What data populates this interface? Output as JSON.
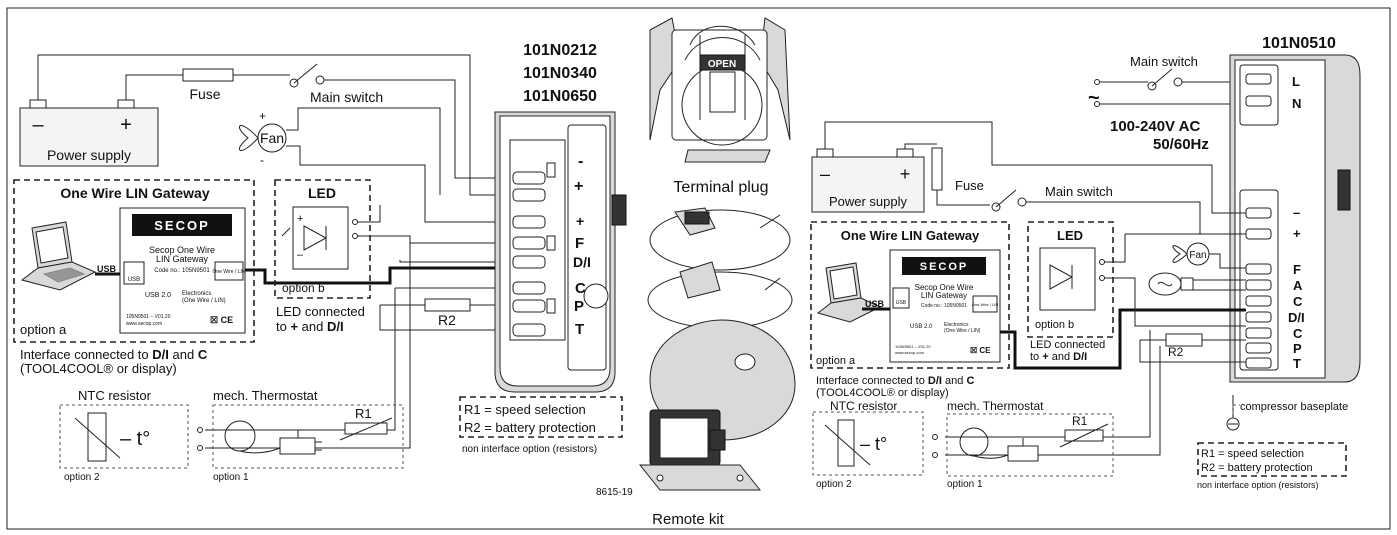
{
  "left": {
    "models": [
      "101N0212",
      "101N0340",
      "101N0650"
    ],
    "fuse": "Fuse",
    "main_switch": "Main switch",
    "power_supply": "Power supply",
    "minus": "–",
    "plus": "+",
    "fan": "Fan",
    "led": "LED",
    "option_b": "option b",
    "led_connected_1": "LED connected",
    "led_connected_2_pre": "to ",
    "led_connected_2_bold1": "+",
    "led_connected_2_mid": " and ",
    "led_connected_2_bold2": "D/I",
    "gateway_title": "One Wire LIN Gateway",
    "secop": "SECOP",
    "gateway_name_1": "Secop One Wire",
    "gateway_name_2": "LIN Gateway",
    "code_no": "Code no.: 105N9501",
    "one_wire_lin": "One Wire / LIN",
    "usb": "USB",
    "usb20": "USB 2.0",
    "electronics_1": "Electronics",
    "electronics_2": "(One Wire / LIN)",
    "version": "105N9501 – V01.20",
    "website": "www.secop.com",
    "option_a": "option a",
    "interface_1_pre": "Interface connected to ",
    "interface_1_b1": "D/I",
    "interface_1_mid": " and ",
    "interface_1_b2": "C",
    "interface_2": "(TOOL4COOL® or display)",
    "r2": "R2",
    "r1": "R1",
    "ntc": "NTC resistor",
    "temp": "– t°",
    "option_2": "option 2",
    "thermostat": "mech. Thermostat",
    "option_1": "option 1",
    "terminals": [
      "-",
      "+",
      "+",
      "F",
      "D/I",
      "C",
      "P",
      "T"
    ],
    "legend_r1": "R1 = speed selection",
    "legend_r2": "R2 = battery protection",
    "legend_note": "non interface option (resistors)"
  },
  "center": {
    "terminal_plug": "Terminal plug",
    "open": "OPEN",
    "remote_kit": "Remote kit",
    "fig_id": "8615-19"
  },
  "right": {
    "model": "101N0510",
    "main_switch": "Main switch",
    "ac_tilde": "~",
    "ac_line1": "100-240V AC",
    "ac_line2": "50/60Hz",
    "ac_terminals": [
      "L",
      "N"
    ],
    "power_supply": "Power supply",
    "minus": "–",
    "plus": "+",
    "fuse": "Fuse",
    "main_switch_2": "Main switch",
    "gateway_title": "One Wire LIN Gateway",
    "secop": "SECOP",
    "gateway_name_1": "Secop One Wire",
    "gateway_name_2": "LIN Gateway",
    "code_no": "Code no.: 105N9501",
    "one_wire_lin": "One Wire / LIN",
    "usb": "USB",
    "usb20": "USB 2.0",
    "electronics_1": "Electronics",
    "electronics_2": "(One Wire / LIN)",
    "version": "105N9501 – V01.20",
    "website": "www.secop.com",
    "option_a": "option a",
    "led": "LED",
    "option_b": "option b",
    "led_connected_1": "LED connected",
    "led_connected_2_pre": "to ",
    "led_connected_2_bold1": "+",
    "led_connected_2_mid": " and ",
    "led_connected_2_bold2": "D/I",
    "fan": "Fan",
    "terminals": [
      "–",
      "+",
      "F",
      "A",
      "C",
      "D/I",
      "C",
      "P",
      "T"
    ],
    "interface_1_pre": "Interface connected to ",
    "interface_1_b1": "D/I",
    "interface_1_mid": " and ",
    "interface_1_b2": "C",
    "interface_2": "(TOOL4COOL® or display)",
    "r2": "R2",
    "r1": "R1",
    "ntc": "NTC resistor",
    "temp": "– t°",
    "option_2": "option 2",
    "thermostat": "mech. Thermostat",
    "option_1": "option 1",
    "baseplate": "compressor baseplate",
    "legend_r1": "R1 = speed selection",
    "legend_r2": "R2 = battery protection",
    "legend_note": "non interface option (resistors)"
  }
}
